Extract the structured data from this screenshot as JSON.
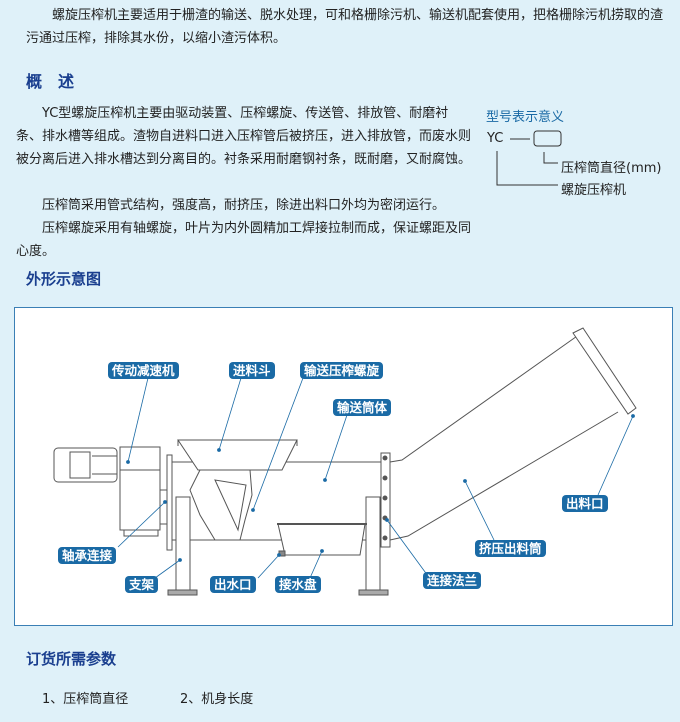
{
  "intro": "螺旋压榨机主要适用于栅渣的输送、脱水处理，可和格栅除污机、输送机配套使用，把格栅除污机捞取的渣污通过压榨，排除其水份，以缩小渣污体积。",
  "overview": {
    "title": "概　述",
    "paragraphs": [
      "YC型螺旋压榨机主要由驱动装置、压榨螺旋、传送管、排放管、耐磨衬条、排水槽等组成。渣物自进料口进入压榨管后被挤压，进入排放管，而废水则被分离后进入排水槽达到分离目的。衬条采用耐磨钢衬条，既耐磨，又耐腐蚀。",
      "压榨筒采用管式结构，强度高，耐挤压，除进出料口外均为密闭运行。",
      "压榨螺旋采用有轴螺旋，叶片为内外圆精加工焊接拉制而成，保证螺距及同心度。"
    ]
  },
  "model": {
    "title": "型号表示意义",
    "code": "YC",
    "part1": "压榨筒直径(mm)",
    "part2": "螺旋压榨机"
  },
  "diagram": {
    "title": "外形示意图",
    "labels": {
      "reducer": "传动减速机",
      "hopper": "进料斗",
      "screw": "输送压榨螺旋",
      "body": "输送筒体",
      "bearing": "轴承连接",
      "support": "支架",
      "outlet_water": "出水口",
      "tray": "接水盘",
      "flange": "连接法兰",
      "discharge_tube": "挤压出料筒",
      "discharge": "出料口"
    }
  },
  "order": {
    "title": "订货所需参数",
    "items": [
      "1、压榨筒直径",
      "2、机身长度"
    ]
  },
  "colors": {
    "accent": "#1a6aa5",
    "heading": "#1a3f8f",
    "background": "#dff1f9"
  }
}
